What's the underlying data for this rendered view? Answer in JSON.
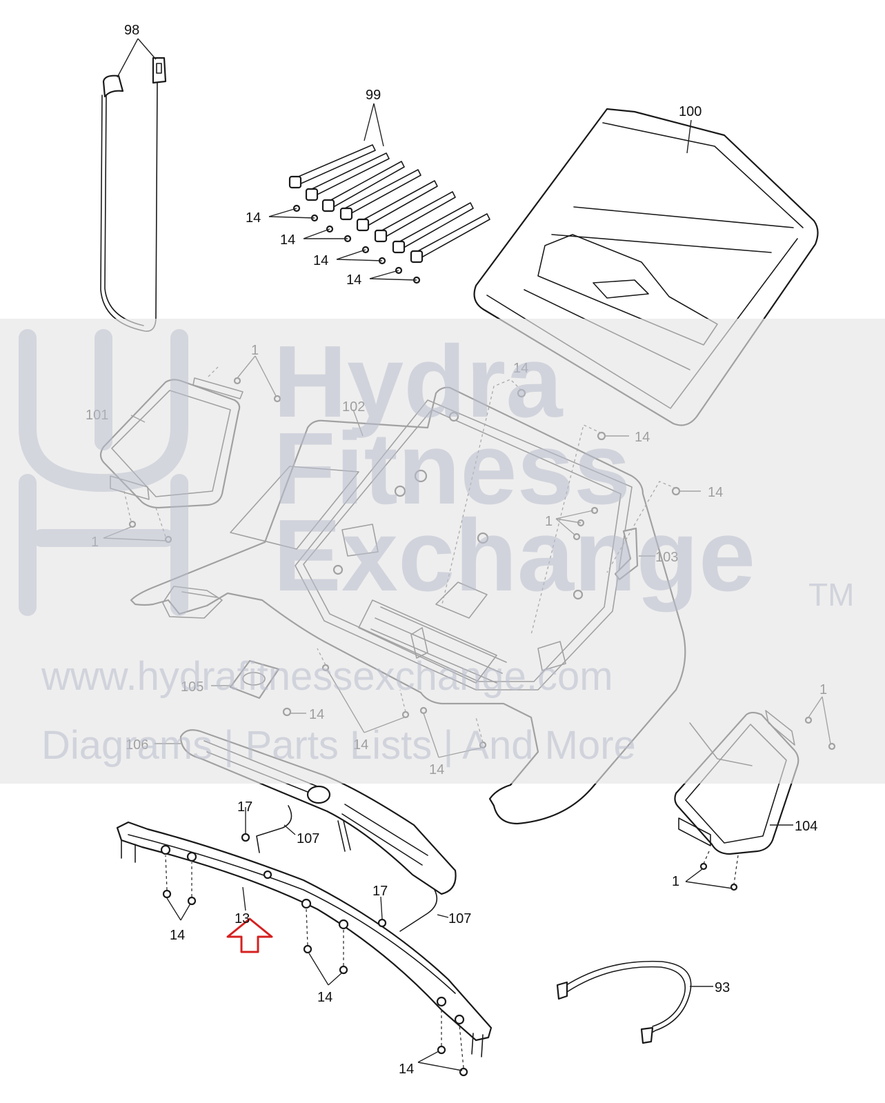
{
  "callouts": {
    "c98": "98",
    "c99": "99",
    "c100": "100",
    "c101": "101",
    "c102": "102",
    "c103": "103",
    "c104": "104",
    "c105": "105",
    "c106": "106",
    "c107a": "107",
    "c107b": "107",
    "c93": "93",
    "c13": "13",
    "c17a": "17",
    "c17b": "17",
    "c1a": "1",
    "c1b": "1",
    "c1c": "1",
    "c1d": "1",
    "c1e": "1",
    "c14_1": "14",
    "c14_2": "14",
    "c14_3": "14",
    "c14_4": "14",
    "c14_5": "14",
    "c14_6": "14",
    "c14_7": "14",
    "c14_8": "14",
    "c14_9": "14",
    "c14_10": "14",
    "c14_11": "14",
    "c14_12": "14",
    "c14_13": "14"
  },
  "watermark": {
    "brand_line1": "Hydra",
    "brand_line2": "Fitness",
    "brand_line3": "Exchange",
    "trademark": "TM",
    "url": "www.hydrafitnessexchange.com",
    "tagline": "Diagrams | Parts Lists | And More"
  },
  "colors": {
    "watermark_band": "#e6e6e6",
    "watermark_text": "#c9ccd6",
    "highlight_arrow": "#d62020"
  }
}
